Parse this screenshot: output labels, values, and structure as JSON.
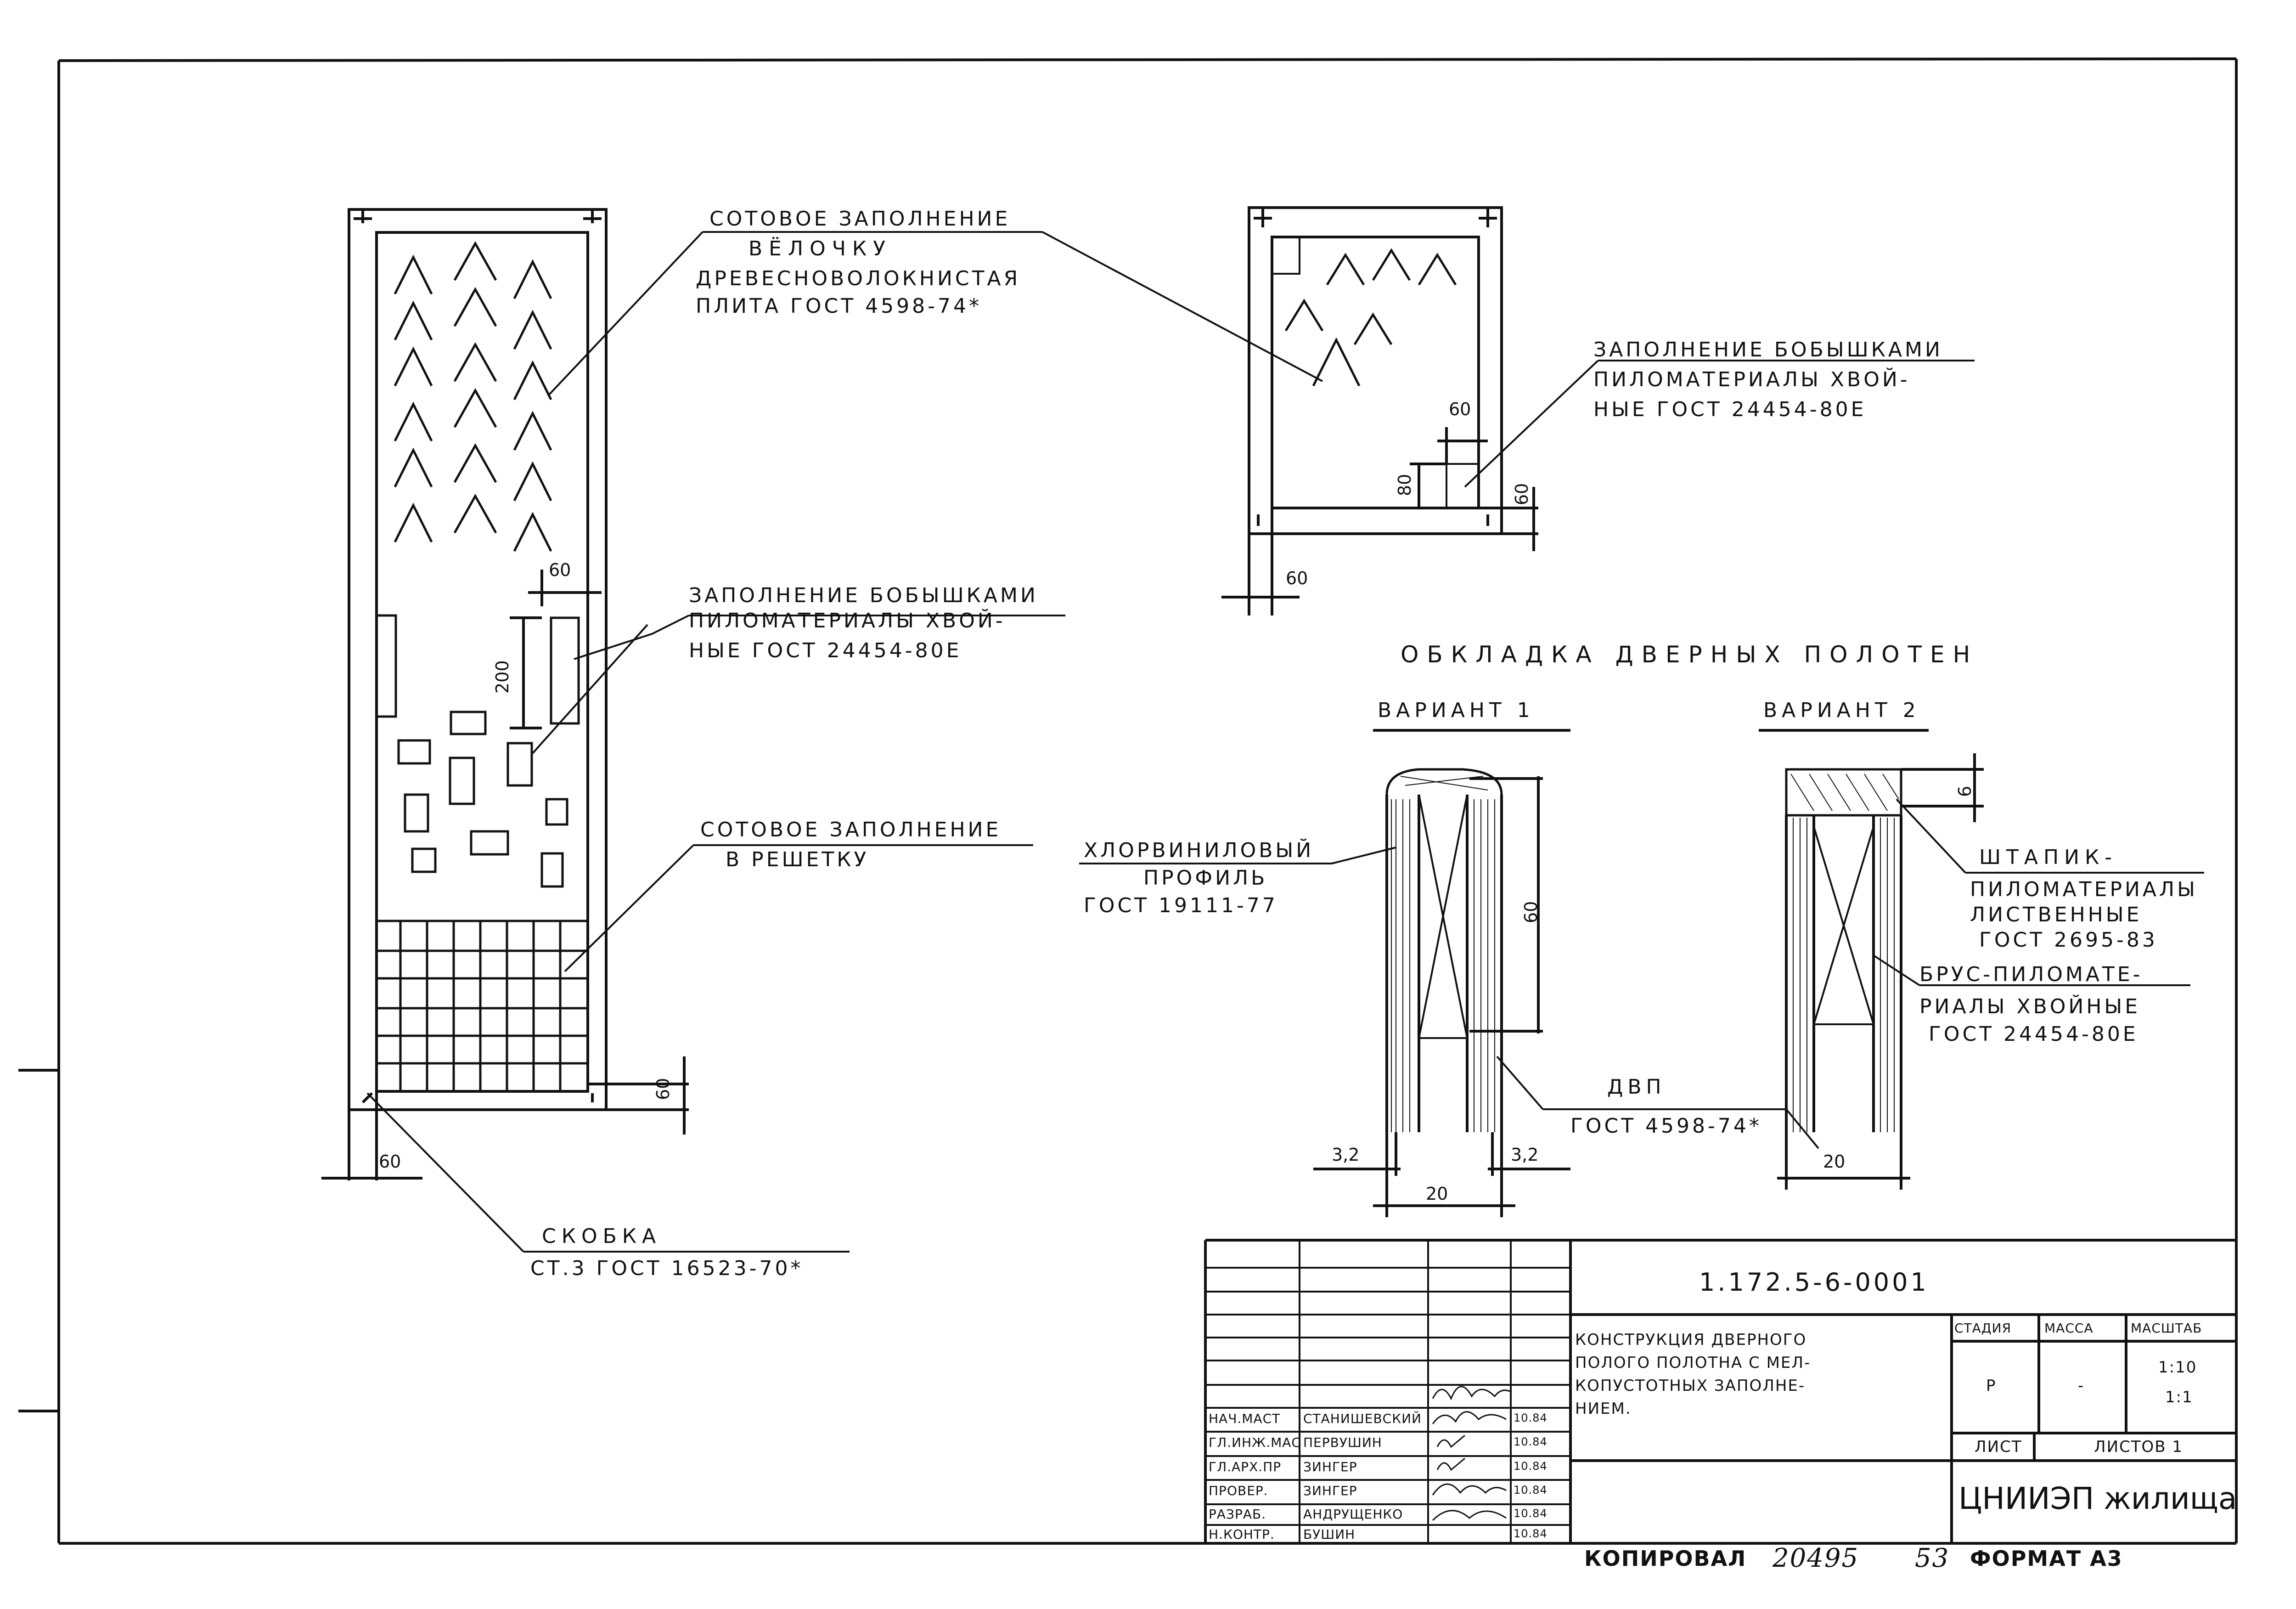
{
  "drawing": {
    "door_large": {
      "label_honeycomb_herringbone": [
        "СОТОВОЕ ЗАПОЛНЕНИЕ",
        "ВЁЛОЧКУ",
        "ДРЕВЕСНОВОЛОКНИСТАЯ",
        "ПЛИТА ГОСТ 4598-74*"
      ],
      "label_block_fill": [
        "ЗАПОЛНЕНИЕ БОБЫШКАМИ",
        "ПИЛОМАТЕРИАЛЫ ХВОЙ-",
        "НЫЕ ГОСТ 24454-80Е"
      ],
      "label_honeycomb_grid": [
        "СОТОВОЕ ЗАПОЛНЕНИЕ",
        "В РЕШЕТКУ"
      ],
      "label_bracket": [
        "СКОБКА",
        "СТ.3 ГОСТ 16523-70*"
      ],
      "dims": {
        "d60_top": "60",
        "d200": "200",
        "d60_side": "60",
        "d60_bottom": "60"
      }
    },
    "door_small": {
      "label_block_fill": [
        "ЗАПОЛНЕНИЕ БОБЫШКАМИ",
        "ПИЛОМАТЕРИАЛЫ ХВОЙ-",
        "НЫЕ ГОСТ 24454-80Е"
      ],
      "dims": {
        "d60_a": "60",
        "d80": "80",
        "d60_b": "60",
        "d60_c": "60"
      }
    },
    "cladding": {
      "title": "ОБКЛАДКА ДВЕРНЫХ ПОЛОТЕН",
      "variant1": "ВАРИАНТ 1",
      "variant2": "ВАРИАНТ 2",
      "pvc_label": [
        "ХЛОРВИНИЛОВЫЙ",
        "ПРОФИЛЬ",
        "ГОСТ 19111-77"
      ],
      "dvp_label": [
        "ДВП",
        "ГОСТ 4598-74*"
      ],
      "shtapik_label": [
        "ШТАПИК-",
        "ПИЛОМАТЕРИАЛЫ",
        "ЛИСТВЕННЫЕ",
        "ГОСТ 2695-83"
      ],
      "brus_label": [
        "БРУС-ПИЛОМАТЕ-",
        "РИАЛЫ ХВОЙНЫЕ",
        "ГОСТ 24454-80Е"
      ],
      "dims": {
        "v1_60": "60",
        "v1_32a": "3,2",
        "v1_32b": "3,2",
        "v1_20": "20",
        "v2_6": "6",
        "v2_20": "20"
      }
    }
  },
  "title_block": {
    "doc_number": "1.172.5-6-0001",
    "title": [
      "КОНСТРУКЦИЯ ДВЕРНОГО",
      "ПОЛОГО ПОЛОТНА С МЕЛ-",
      "КОПУСТОТНЫХ ЗАПОЛНЕ-",
      "НИЕМ."
    ],
    "col_stage": "СТАДИЯ",
    "col_mass": "МАССА",
    "col_scale": "МАСШТАБ",
    "stage": "Р",
    "mass": "-",
    "scale": [
      "1:10",
      "1:1"
    ],
    "sheet": "ЛИСТ",
    "sheets": "ЛИСТОВ 1",
    "org": "ЦНИИЭП жилища",
    "staff": [
      {
        "role": "НАЧ.МАСТ",
        "name": "СТАНИШЕВСКИЙ",
        "date": "10.84"
      },
      {
        "role": "ГЛ.ИНЖ.МАС",
        "name": "ПЕРВУШИН",
        "date": "10.84"
      },
      {
        "role": "ГЛ.АРХ.ПР",
        "name": "ЗИНГЕР",
        "date": "10.84"
      },
      {
        "role": "ПРОВЕР.",
        "name": "ЗИНГЕР",
        "date": "10.84"
      },
      {
        "role": "РАЗРАБ.",
        "name": "АНДРУЩЕНКО",
        "date": "10.84"
      },
      {
        "role": "Н.КОНТР.",
        "name": "БУШИН",
        "date": "10.84"
      }
    ]
  },
  "footer": {
    "copied_label": "КОПИРОВАЛ",
    "copied_number": "20495",
    "page": "53",
    "format": "ФОРМАТ А3"
  }
}
